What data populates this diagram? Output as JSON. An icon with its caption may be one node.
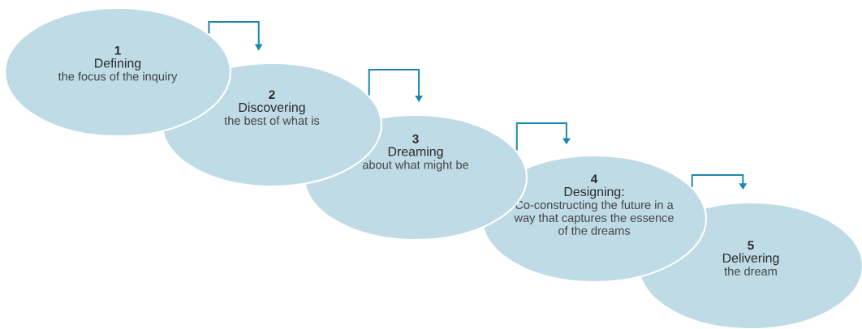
{
  "diagram": {
    "nodes": [
      {
        "text": [
          "1",
          "Defining",
          "the focus of the inquiry"
        ]
      },
      {
        "text": [
          "2",
          "Discovering",
          "the best of what is"
        ]
      },
      {
        "text": [
          "3",
          "Dreaming",
          "about what might be"
        ]
      },
      {
        "text": [
          "4",
          "Designing:",
          "Co-constructing the future in a way that captures the essence of the dreams"
        ]
      },
      {
        "text": [
          "5",
          "Delivering",
          "the dream"
        ]
      }
    ],
    "edges": [
      {
        "from": 0,
        "to": 1,
        "arrow": "to"
      },
      {
        "from": 1,
        "to": 2,
        "arrow": "to"
      },
      {
        "from": 2,
        "to": 3,
        "arrow": "to"
      },
      {
        "from": 3,
        "to": 4,
        "arrow": "to"
      }
    ]
  }
}
